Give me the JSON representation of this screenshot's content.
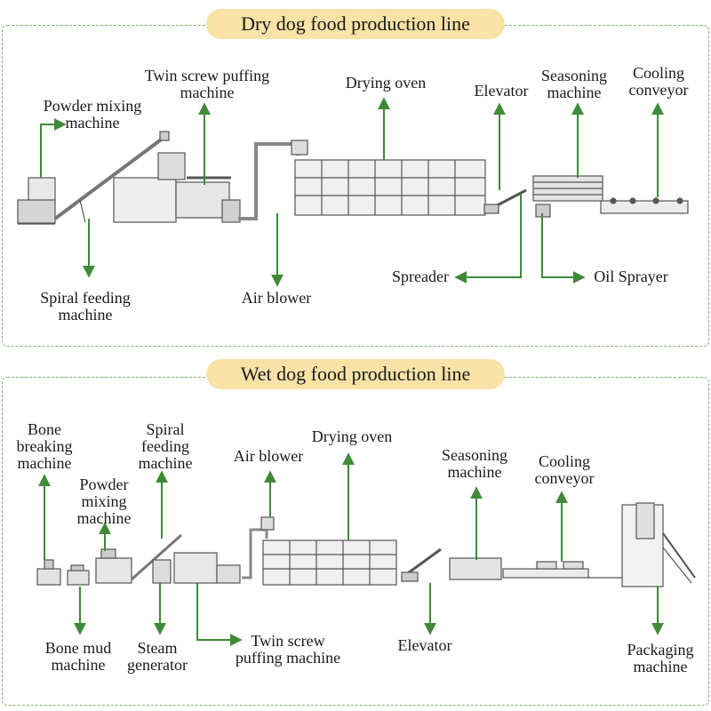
{
  "colors": {
    "arrow": "#3f8a37",
    "banner": "#f8e2a6",
    "border": "#7bb36b",
    "machine_line": "#555555"
  },
  "dry_line": {
    "title": "Dry dog food production line",
    "labels": {
      "powder_mixing": "Powder mixing\nmachine",
      "twin_screw": "Twin screw puffing\nmachine",
      "drying_oven": "Drying oven",
      "elevator": "Elevator",
      "seasoning": "Seasoning\nmachine",
      "cooling": "Cooling\nconveyor",
      "spiral_feeding": "Spiral feeding\nmachine",
      "air_blower": "Air blower",
      "spreader": "Spreader",
      "oil_sprayer": "Oil Sprayer"
    }
  },
  "wet_line": {
    "title": "Wet dog food production line",
    "labels": {
      "bone_breaking": "Bone\nbreaking\nmachine",
      "powder_mixing": "Powder\nmixing\nmachine",
      "spiral_feeding": "Spiral\nfeeding\nmachine",
      "air_blower": "Air blower",
      "drying_oven": "Drying oven",
      "seasoning": "Seasoning\nmachine",
      "cooling": "Cooling\nconveyor",
      "bone_mud": "Bone mud\nmachine",
      "steam_generator": "Steam\ngenerator",
      "twin_screw": "Twin screw\npuffing machine",
      "elevator": "Elevator",
      "packaging": "Packaging\nmachine"
    }
  }
}
